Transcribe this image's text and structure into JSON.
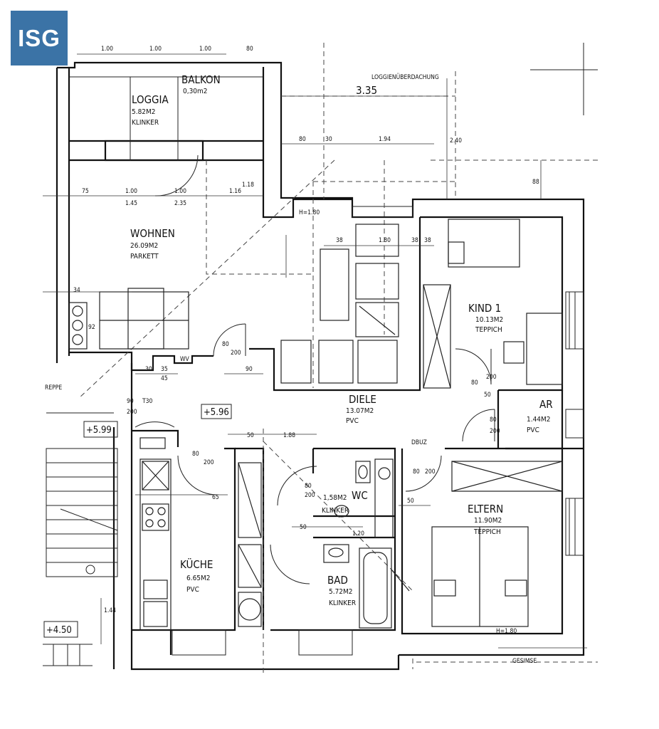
{
  "logo": {
    "text": "ISG",
    "color": "#3b73a6"
  },
  "rooms": {
    "balkon": {
      "name": "BALKON",
      "area": "0,30m2"
    },
    "loggia": {
      "name": "LOGGIA",
      "area": "5.82M2",
      "floor": "KLINKER"
    },
    "wohnen": {
      "name": "WOHNEN",
      "area": "26.09M2",
      "floor": "PARKETT"
    },
    "kind1": {
      "name": "KIND 1",
      "area": "10.13M2",
      "floor": "TEPPICH"
    },
    "diele": {
      "name": "DIELE",
      "area": "13.07M2",
      "floor": "PVC"
    },
    "ar": {
      "name": "AR",
      "area": "1.44M2",
      "floor": "PVC"
    },
    "wc": {
      "name": "WC",
      "area": "1,58M2",
      "floor": "KLINKER"
    },
    "kueche": {
      "name": "KÜCHE",
      "area": "6.65M2",
      "floor": "PVC"
    },
    "bad": {
      "name": "BAD",
      "area": "5.72M2",
      "floor": "KLINKER"
    },
    "eltern": {
      "name": "ELTERN",
      "area": "11.90M2",
      "floor": "TEPPICH"
    }
  },
  "levels": {
    "diele": "+5.96",
    "stair": "+5.99",
    "entry": "+4.50"
  },
  "notes": {
    "loggienueberdachung": "LOGGIENÜBERDACHUNG",
    "gesimse": "GESIMSE",
    "treppe": "REPPE",
    "wv": "WV",
    "dbuz": "DBUZ",
    "h180a": "H=1.80",
    "h180b": "H=1.80",
    "t30": "T30"
  },
  "dimensions": {
    "top1": "1.00",
    "top2": "1.00",
    "top3": "1.00",
    "top4": "80",
    "d335": "3.35",
    "d80a": "80",
    "d30a": "30",
    "d194": "1.94",
    "d240": "2.40",
    "d88": "88",
    "d75": "75",
    "d100a": "1.00",
    "d100b": "1.00",
    "d145": "1.45",
    "d235": "2.35",
    "d116": "1.16",
    "d118": "1.18",
    "d38a": "38",
    "d180": "1.80",
    "d38b": "38",
    "d38c": "38",
    "d34": "34",
    "d92": "92",
    "d30b": "30",
    "d35": "35",
    "d45": "45",
    "d90": "90",
    "d80b": "80",
    "d200a": "200",
    "d200b": "200",
    "d80c": "80",
    "d50a": "50",
    "d80d": "80",
    "d200c": "200",
    "d90b": "90",
    "d200d": "200",
    "d50b": "50",
    "d188": "1.88",
    "d80e": "80",
    "d200e": "200",
    "d80f": "80",
    "d200f": "200",
    "d50c": "50",
    "d80g": "80",
    "d200g": "200",
    "d50d": "50",
    "d120": "1.20",
    "d65": "65",
    "d144": "1.44"
  }
}
